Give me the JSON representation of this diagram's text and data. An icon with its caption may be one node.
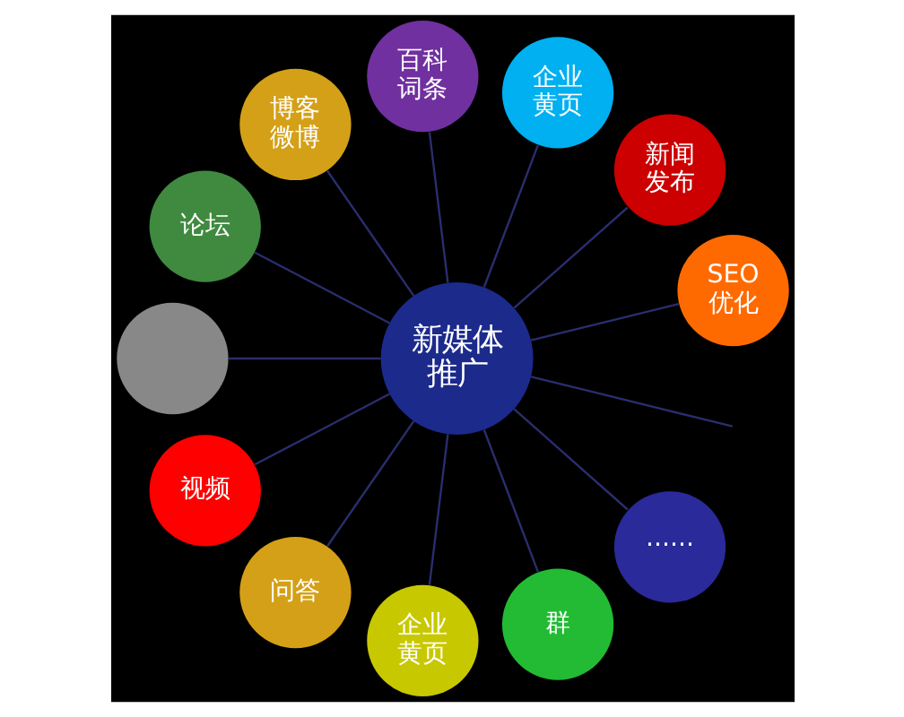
{
  "diagram": {
    "nodes": [
      {
        "text": [
          "新媒体推广"
        ]
      },
      {
        "text": [
          "SEO 优化"
        ]
      },
      {
        "text": [
          "新闻发布"
        ]
      },
      {
        "text": [
          "企业黄页"
        ]
      },
      {
        "text": [
          "百科词条"
        ]
      },
      {
        "text": [
          "博客微博"
        ]
      },
      {
        "text": [
          "论坛"
        ]
      },
      {
        "text": [],
        "shape": "circle"
      },
      {
        "text": [
          "视频"
        ]
      },
      {
        "text": [
          "问答"
        ]
      },
      {
        "text": [
          "企业黄页"
        ]
      },
      {
        "text": [
          "群"
        ]
      },
      {
        "text": [
          "······"
        ]
      }
    ],
    "edges": [
      {
        "from": 0,
        "to": 1,
        "arrow": "none"
      },
      {
        "from": 0,
        "to": 2,
        "arrow": "none"
      },
      {
        "from": 0,
        "to": 3,
        "arrow": "none"
      },
      {
        "from": 0,
        "to": 4,
        "arrow": "none"
      },
      {
        "from": 0,
        "to": 5,
        "arrow": "none"
      },
      {
        "from": 0,
        "to": 6,
        "arrow": "none"
      },
      {
        "from": 0,
        "to": 7,
        "arrow": "none"
      },
      {
        "from": 0,
        "to": null,
        "arrow": "none"
      },
      {
        "from": 0,
        "to": 8,
        "arrow": "none"
      },
      {
        "from": 0,
        "to": 9,
        "arrow": "none"
      },
      {
        "from": 0,
        "to": 10,
        "arrow": "none"
      },
      {
        "from": 0,
        "to": 11,
        "arrow": "none"
      },
      {
        "from": 0,
        "to": 12,
        "arrow": "none"
      }
    ]
  }
}
